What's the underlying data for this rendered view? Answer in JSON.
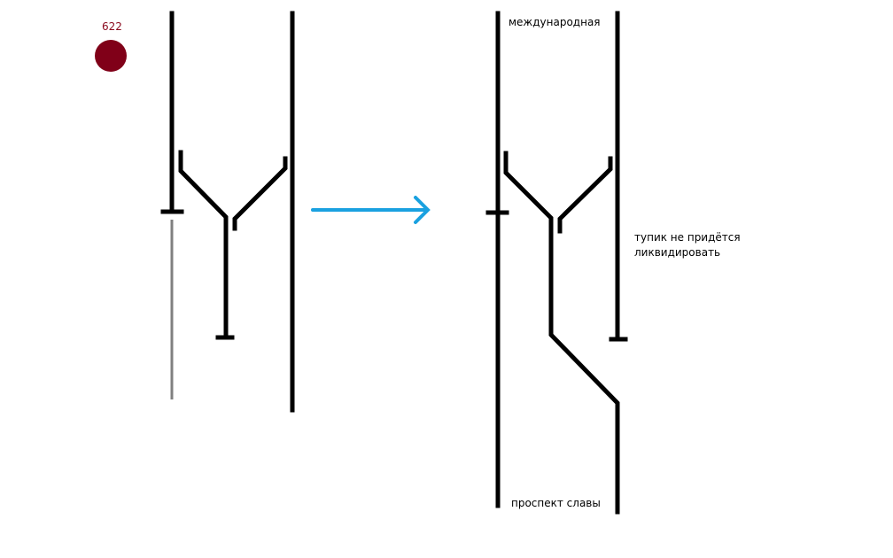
{
  "marker": {
    "label": "622",
    "color": "#800018"
  },
  "arrow_color": "#1aa1e0",
  "labels": {
    "top_station": "международная",
    "note_line1": "тупик не придётся",
    "note_line2": "ликвидировать",
    "bottom_station": "проспект славы"
  }
}
